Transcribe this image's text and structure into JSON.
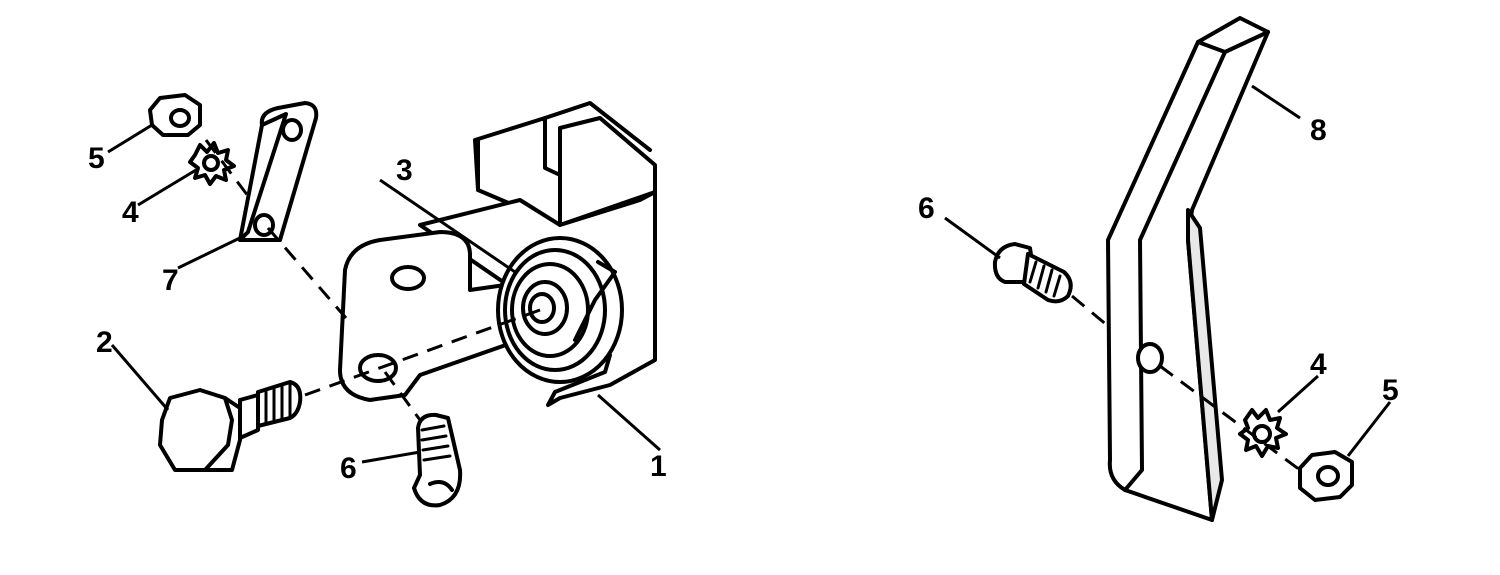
{
  "left_assembly": {
    "callouts": [
      "1",
      "2",
      "3",
      "4",
      "5",
      "6",
      "7"
    ]
  },
  "right_assembly": {
    "callouts": [
      "8",
      "6",
      "4",
      "5"
    ]
  },
  "colors": {
    "ink": "#000000",
    "paper": "#ffffff"
  }
}
